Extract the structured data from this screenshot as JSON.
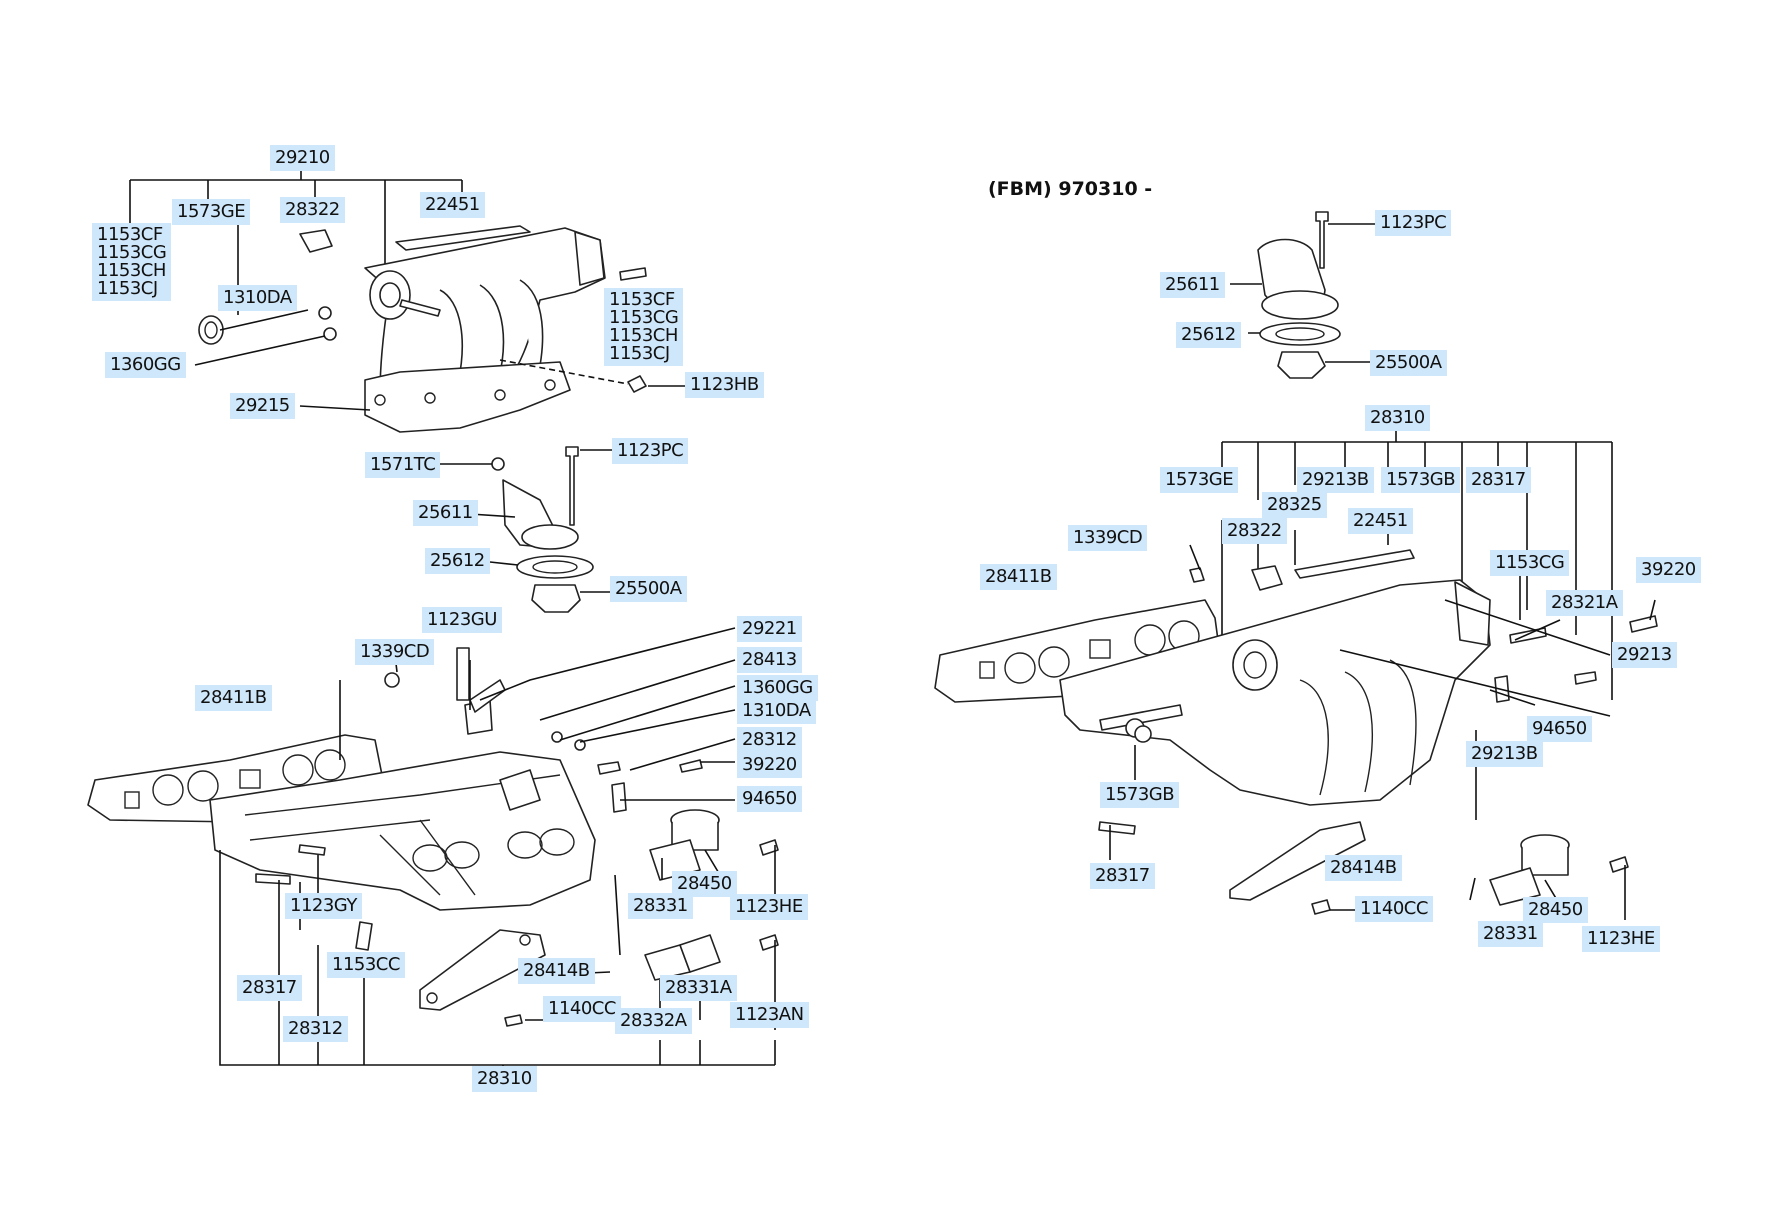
{
  "header": {
    "variant": "(FBM) 970310 -"
  },
  "left_labels": {
    "p29210": "29210",
    "p1153_cf": "1153CF",
    "p1153_cg": "1153CG",
    "p1153_ch": "1153CH",
    "p1153_cj": "1153CJ",
    "p1573ge": "1573GE",
    "p28322": "28322",
    "p22451": "22451",
    "p1310da": "1310DA",
    "p1153_cf_b": "1153CF",
    "p1153_cg_b": "1153CG",
    "p1153_ch_b": "1153CH",
    "p1153_cj_b": "1153CJ",
    "p1360gg": "1360GG",
    "p1123hb": "1123HB",
    "p29215": "29215",
    "p1571tc": "1571TC",
    "p1123pc": "1123PC",
    "p25611": "25611",
    "p25612": "25612",
    "p25500a": "25500A",
    "p1123gu": "1123GU",
    "p29221": "29221",
    "p1339cd": "1339CD",
    "p28413": "28413",
    "p28411b": "28411B",
    "p1360gg_b": "1360GG",
    "p1310da_b": "1310DA",
    "p28312_top": "28312",
    "p39220": "39220",
    "p94650": "94650",
    "p28450": "28450",
    "p28331": "28331",
    "p1123he": "1123HE",
    "p1123gy": "1123GY",
    "p1153cc": "1153CC",
    "p28414b": "28414B",
    "p28317": "28317",
    "p28331a": "28331A",
    "p1140cc": "1140CC",
    "p28332a": "28332A",
    "p1123an": "1123AN",
    "p28312": "28312",
    "p28310": "28310"
  },
  "right_labels": {
    "p1123pc": "1123PC",
    "p25611": "25611",
    "p25612": "25612",
    "p25500a": "25500A",
    "p28310": "28310",
    "p1573ge": "1573GE",
    "p29213b": "29213B",
    "p1573gb": "1573GB",
    "p28317_top": "28317",
    "p28325": "28325",
    "p28322": "28322",
    "p22451": "22451",
    "p1339cd": "1339CD",
    "p1153cg": "1153CG",
    "p39220": "39220",
    "p28411b": "28411B",
    "p28321a": "28321A",
    "p29213": "29213",
    "p94650": "94650",
    "p29213b_b": "29213B",
    "p1573gb_b": "1573GB",
    "p28317": "28317",
    "p28414b": "28414B",
    "p1140cc": "1140CC",
    "p28450": "28450",
    "p28331": "28331",
    "p1123he": "1123HE"
  }
}
